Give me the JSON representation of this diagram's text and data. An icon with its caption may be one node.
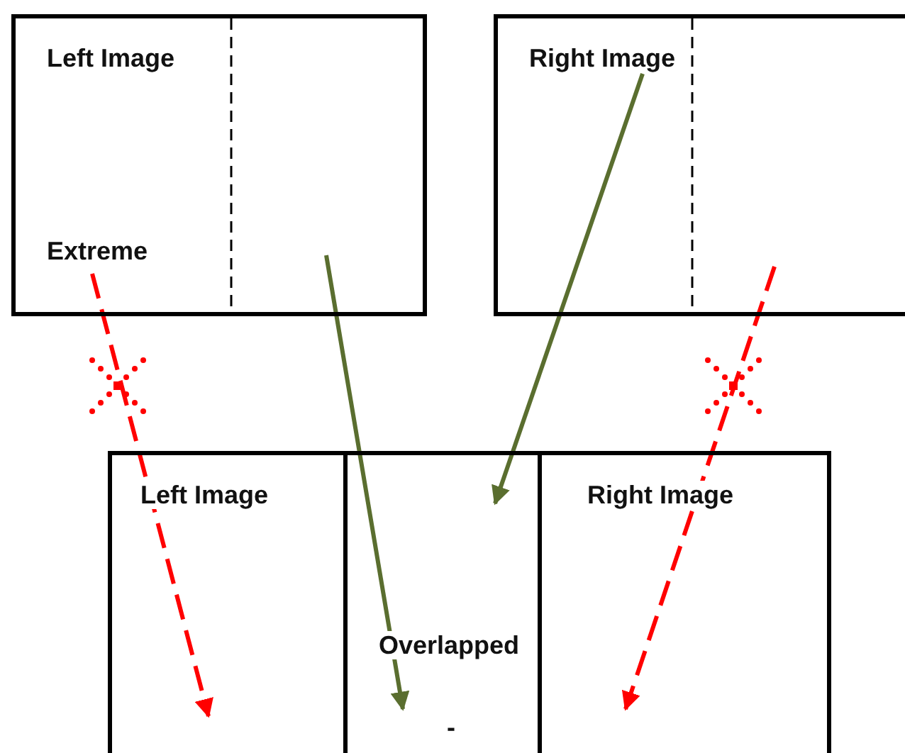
{
  "diagram": {
    "nodes": [
      {
        "text": [
          "Left Image",
          "Extreme"
        ]
      },
      {
        "text": [
          "Right Image"
        ]
      },
      {
        "text": [
          "Left Image"
        ]
      },
      {
        "text": [
          "Overlapped",
          "-"
        ]
      },
      {
        "text": [
          "Right Image"
        ]
      }
    ],
    "edges": [
      {
        "from": 0,
        "to": 2,
        "arrow": "to",
        "style": "dashed",
        "color": "#ff0000"
      },
      {
        "from": 0,
        "to": 3,
        "arrow": "to",
        "color": "#5a6e2f"
      },
      {
        "from": 1,
        "to": 3,
        "arrow": "to",
        "color": "#5a6e2f"
      },
      {
        "from": 1,
        "to": 4,
        "arrow": "to",
        "style": "dashed",
        "color": "#ff0000"
      }
    ]
  }
}
